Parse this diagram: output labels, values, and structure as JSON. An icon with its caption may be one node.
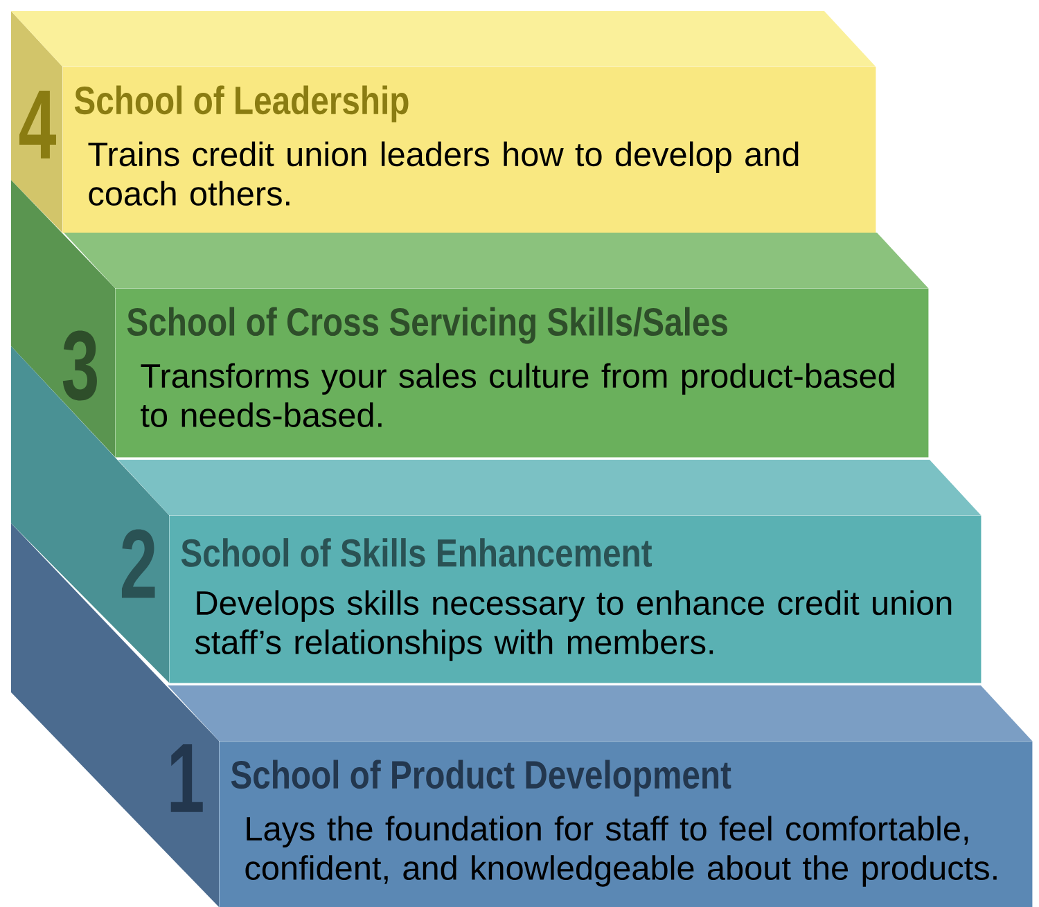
{
  "diagram": {
    "nodes": [
      {
        "text": [
          "4",
          "School of Leadership",
          "Trains credit union leaders how to develop and coach others."
        ]
      },
      {
        "text": [
          "3",
          "School of Cross Servicing Skills/Sales",
          "Transforms your sales culture from product-based to needs-based."
        ]
      },
      {
        "text": [
          "2",
          "School of Skills Enhancement",
          "Develops skills necessary to enhance credit union staff’s relationships with members."
        ]
      },
      {
        "text": [
          "1",
          "School of Product Development",
          "Lays the foundation for staff to feel comfortable, confident, and knowledgeable about the products."
        ]
      }
    ]
  }
}
